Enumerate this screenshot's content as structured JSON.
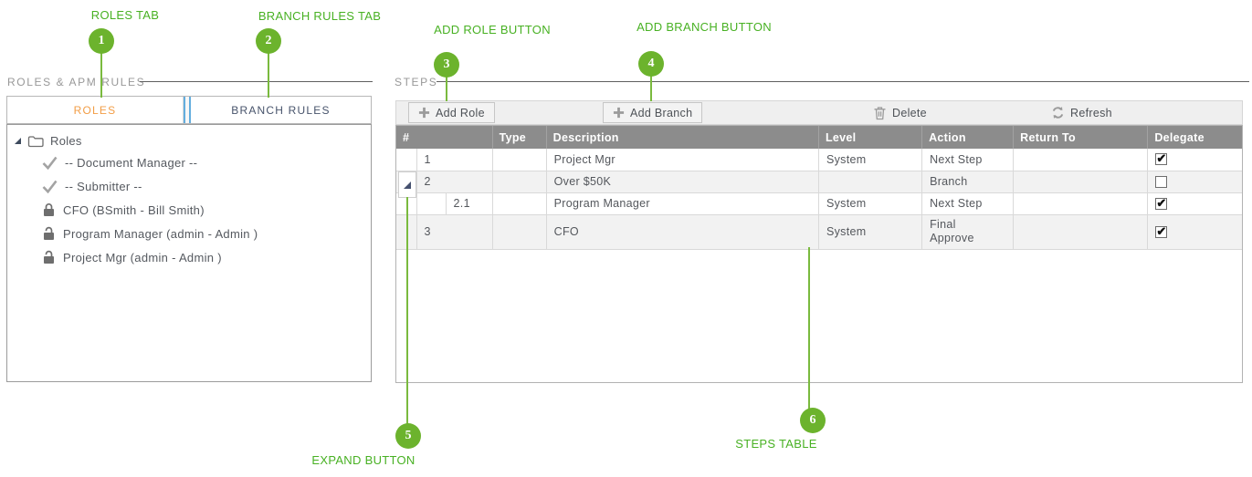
{
  "annotations": {
    "items": [
      {
        "num": "1",
        "label": "ROLES TAB"
      },
      {
        "num": "2",
        "label": "BRANCH RULES TAB"
      },
      {
        "num": "3",
        "label": "ADD ROLE BUTTON"
      },
      {
        "num": "4",
        "label": "ADD BRANCH BUTTON"
      },
      {
        "num": "5",
        "label": "EXPAND BUTTON"
      },
      {
        "num": "6",
        "label": "STEPS TABLE"
      }
    ]
  },
  "roles_panel": {
    "section_title": "ROLES & APM RULES",
    "tabs": {
      "roles": "ROLES",
      "branch_rules": "BRANCH RULES"
    },
    "tree": {
      "root_label": "Roles",
      "items": [
        {
          "icon": "check",
          "label": "-- Document Manager --"
        },
        {
          "icon": "check",
          "label": "-- Submitter --"
        },
        {
          "icon": "lock-closed",
          "label": "CFO (BSmith - Bill Smith)"
        },
        {
          "icon": "lock-open",
          "label": "Program Manager (admin - Admin )"
        },
        {
          "icon": "lock-open",
          "label": "Project Mgr (admin - Admin )"
        }
      ]
    }
  },
  "steps_panel": {
    "section_title": "STEPS",
    "toolbar": {
      "add_role": "Add Role",
      "add_branch": "Add Branch",
      "delete": "Delete",
      "refresh": "Refresh"
    },
    "table": {
      "columns": {
        "num": "#",
        "type": "Type",
        "description": "Description",
        "level": "Level",
        "action": "Action",
        "return_to": "Return To",
        "delegate": "Delegate"
      },
      "rows": [
        {
          "num": "1",
          "type": "",
          "description": "Project Mgr",
          "level": "System",
          "action": "Next Step",
          "return_to": "",
          "delegate": "checked"
        },
        {
          "num": "2",
          "type": "",
          "description": "Over $50K",
          "level": "",
          "action": "Branch",
          "return_to": "",
          "delegate": "unchecked"
        },
        {
          "num": "2.1",
          "type": "",
          "description": "Program Manager",
          "level": "System",
          "action": "Next Step",
          "return_to": "",
          "delegate": "checked"
        },
        {
          "num": "3",
          "type": "",
          "description": "CFO",
          "level": "System",
          "action": "Final Approve",
          "return_to": "",
          "delegate": "checked"
        }
      ]
    }
  },
  "colors": {
    "annotation_green": "#6cb32d",
    "active_tab_orange": "#f29d46",
    "grid_header_gray": "#8c8c8c"
  }
}
